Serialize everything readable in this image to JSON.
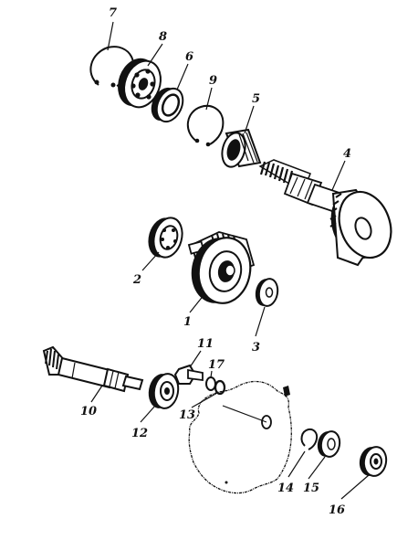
{
  "callouts": [
    {
      "id": "7",
      "text": "7"
    },
    {
      "id": "8",
      "text": "8"
    },
    {
      "id": "6",
      "text": "6"
    },
    {
      "id": "9",
      "text": "9"
    },
    {
      "id": "5",
      "text": "5"
    },
    {
      "id": "4",
      "text": "4"
    },
    {
      "id": "2",
      "text": "2"
    },
    {
      "id": "1",
      "text": "1"
    },
    {
      "id": "3",
      "text": "3"
    },
    {
      "id": "11",
      "text": "11"
    },
    {
      "id": "17",
      "text": "17"
    },
    {
      "id": "10",
      "text": "10"
    },
    {
      "id": "12",
      "text": "12"
    },
    {
      "id": "13",
      "text": "13"
    },
    {
      "id": "14",
      "text": "14"
    },
    {
      "id": "15",
      "text": "15"
    },
    {
      "id": "16",
      "text": "16"
    }
  ],
  "colors": {
    "ink": "#111111",
    "paper": "#ffffff"
  }
}
